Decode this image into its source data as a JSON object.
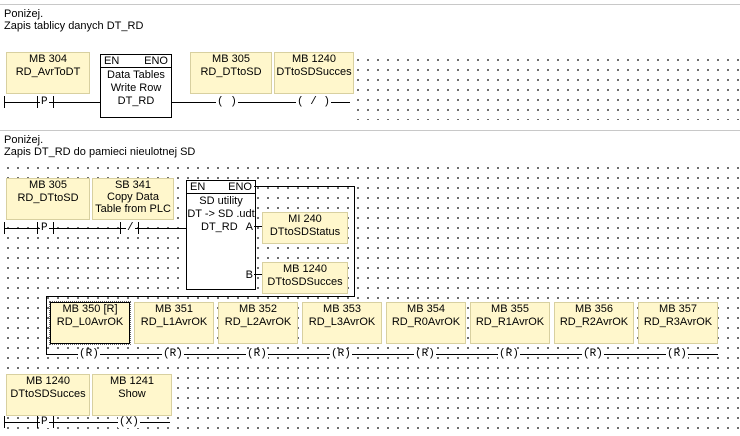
{
  "rung1": {
    "comment_line1": "Poniżej.",
    "comment_line2": "Zapis tablicy danych DT_RD",
    "c1": {
      "addr": "MB 304",
      "name": "RD_AvrToDT",
      "sym": "P"
    },
    "fb": {
      "en": "EN",
      "eno": "ENO",
      "l1": "Data Tables",
      "l2": "Write Row",
      "l3": "DT_RD"
    },
    "c2": {
      "addr": "MB 305",
      "name": "RD_DTtoSD",
      "sym": "( )"
    },
    "c3": {
      "addr": "MB 1240",
      "name": "DTtoSDSucces",
      "sym": "( / )"
    }
  },
  "rung2": {
    "comment_line1": "Poniżej.",
    "comment_line2": "Zapis DT_RD do pamieci nieulotnej SD",
    "c1": {
      "addr": "MB 305",
      "name": "RD_DTtoSD",
      "sym": "P"
    },
    "c2": {
      "addr": "SB 341",
      "l2": "Copy Data",
      "l3": "Table from PLC",
      "sym": "/"
    },
    "fb": {
      "en": "EN",
      "eno": "ENO",
      "l1": "SD utility",
      "l2": "DT -> SD .udt",
      "l3": "DT_RD",
      "pinA": "A",
      "pinB": "B"
    },
    "outA": {
      "addr": "MI 240",
      "name": "DTtoSDStatus"
    },
    "outB": {
      "addr": "MB 1240",
      "name": "DTtoSDSucces"
    },
    "resets": [
      {
        "addr": "MB 350 [R]",
        "name": "RD_L0AvrOK",
        "sym": "(R)"
      },
      {
        "addr": "MB 351",
        "name": "RD_L1AvrOK",
        "sym": "(R)"
      },
      {
        "addr": "MB 352",
        "name": "RD_L2AvrOK",
        "sym": "(R)"
      },
      {
        "addr": "MB 353",
        "name": "RD_L3AvrOK",
        "sym": "(R)"
      },
      {
        "addr": "MB 354",
        "name": "RD_R0AvrOK",
        "sym": "(R)"
      },
      {
        "addr": "MB 355",
        "name": "RD_R1AvrOK",
        "sym": "(R)"
      },
      {
        "addr": "MB 356",
        "name": "RD_R2AvrOK",
        "sym": "(R)"
      },
      {
        "addr": "MB 357",
        "name": "RD_R3AvrOK",
        "sym": "(R)"
      }
    ]
  },
  "rung3": {
    "c1": {
      "addr": "MB 1240",
      "name": "DTtoSDSucces",
      "sym": "P"
    },
    "c2": {
      "addr": "MB 1241",
      "name": "Show",
      "sym": "(X)"
    }
  }
}
